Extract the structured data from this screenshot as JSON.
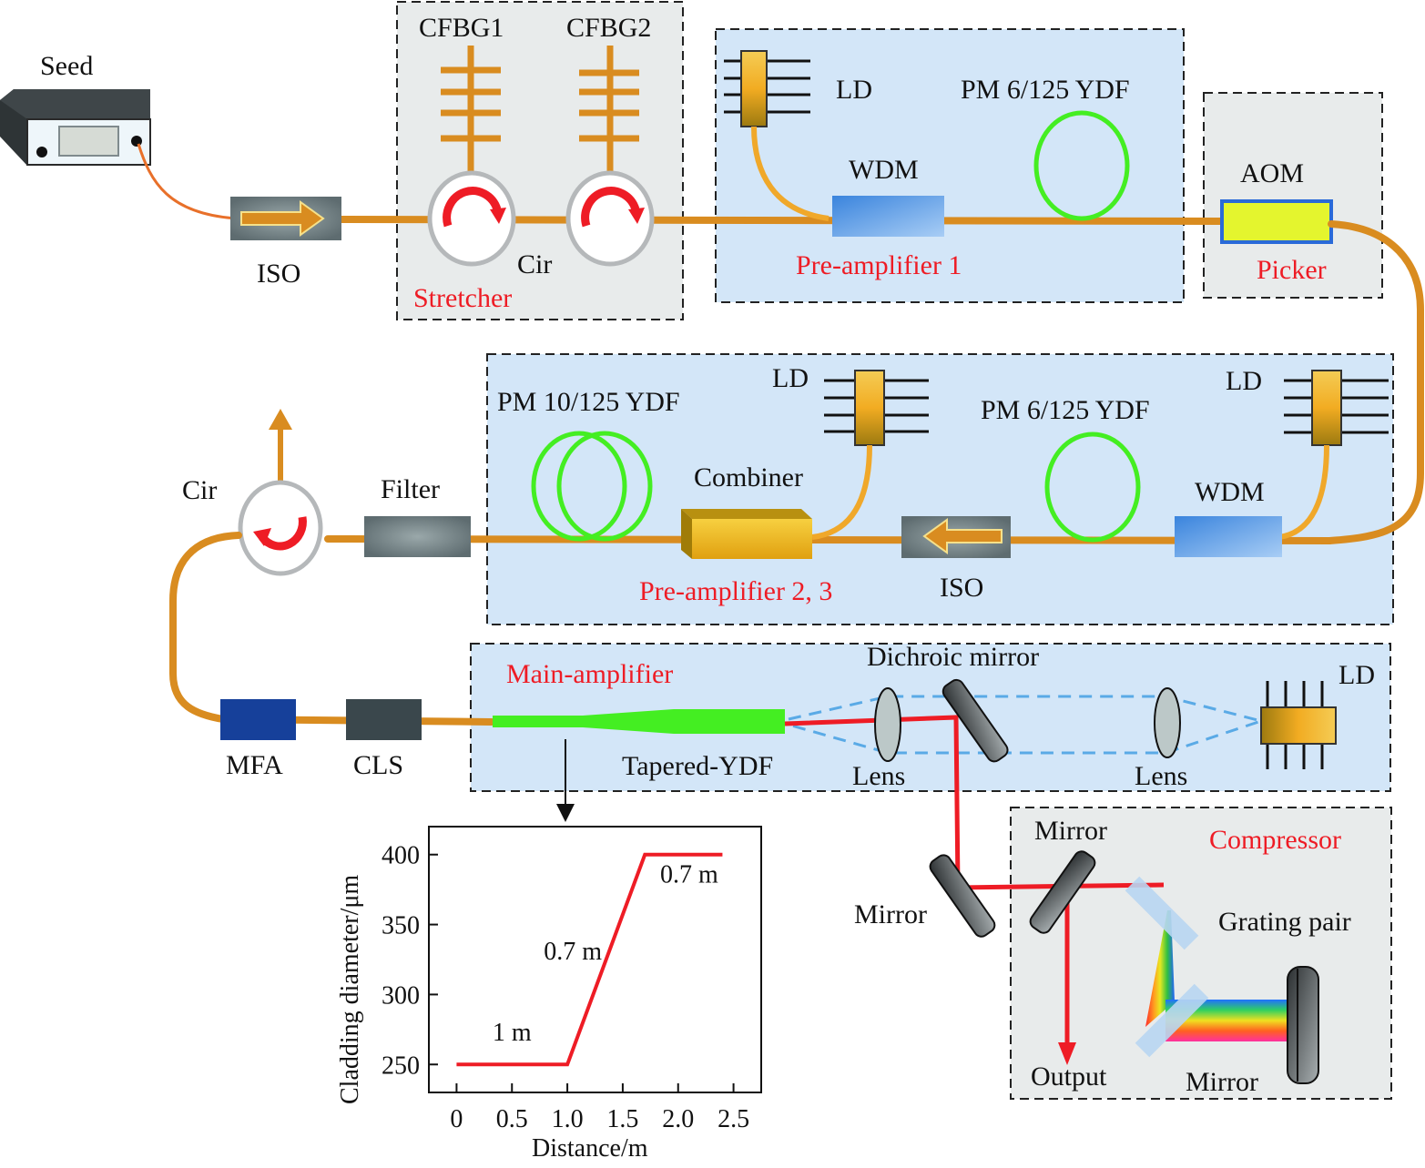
{
  "title": "Tapered-YDF fiber CPA laser system setup",
  "labels": {
    "seed": "Seed",
    "iso1": "ISO",
    "cfbg1": "CFBG1",
    "cfbg2": "CFBG2",
    "cir1": "Cir",
    "stretcher": "Stretcher",
    "ld1": "LD",
    "ydf1": "PM 6/125 YDF",
    "wdm1": "WDM",
    "preamp1": "Pre-amplifier 1",
    "aom": "AOM",
    "picker": "Picker",
    "ld2": "LD",
    "ydf3": "PM 10/125 YDF",
    "combiner": "Combiner",
    "ydf2": "PM 6/125 YDF",
    "ld3": "LD",
    "wdm2": "WDM",
    "iso2": "ISO",
    "preamp23": "Pre-amplifier 2, 3",
    "cir2": "Cir",
    "filter": "Filter",
    "mainamp": "Main-amplifier",
    "mfa": "MFA",
    "cls": "CLS",
    "tapered": "Tapered-YDF",
    "lens1": "Lens",
    "dichroic": "Dichroic mirror",
    "lens2": "Lens",
    "ld4": "LD",
    "mirror1": "Mirror",
    "mirror2": "Mirror",
    "compressor": "Compressor",
    "grating": "Grating pair",
    "output": "Output",
    "mirror3": "Mirror"
  },
  "colors": {
    "fiber": "#d98c20",
    "gain_fiber": "#44ee22",
    "laser": "#ee1c25",
    "pump": "#5aaae6",
    "amp_box": "#d3e6f8",
    "module_box": "#e8ebeb"
  },
  "chart_data": {
    "type": "line",
    "title": "",
    "xlabel": "Distance/m",
    "ylabel": "Cladding diameter/μm",
    "x": [
      0,
      1.0,
      1.7,
      2.4
    ],
    "y": [
      250,
      250,
      400,
      400
    ],
    "xlim": [
      -0.25,
      2.75
    ],
    "ylim": [
      230,
      420
    ],
    "xticks": [
      "0",
      "0.5",
      "1.0",
      "1.5",
      "2.0",
      "2.5"
    ],
    "xtick_values": [
      0,
      0.5,
      1.0,
      1.5,
      2.0,
      2.5
    ],
    "yticks": [
      "250",
      "300",
      "350",
      "400"
    ],
    "ytick_values": [
      250,
      300,
      350,
      400
    ],
    "grid": false,
    "annotations": [
      {
        "text": "1 m",
        "x": 0.5,
        "y": 267
      },
      {
        "text": "0.7 m",
        "x": 1.05,
        "y": 325
      },
      {
        "text": "0.7 m",
        "x": 2.1,
        "y": 380
      }
    ]
  }
}
